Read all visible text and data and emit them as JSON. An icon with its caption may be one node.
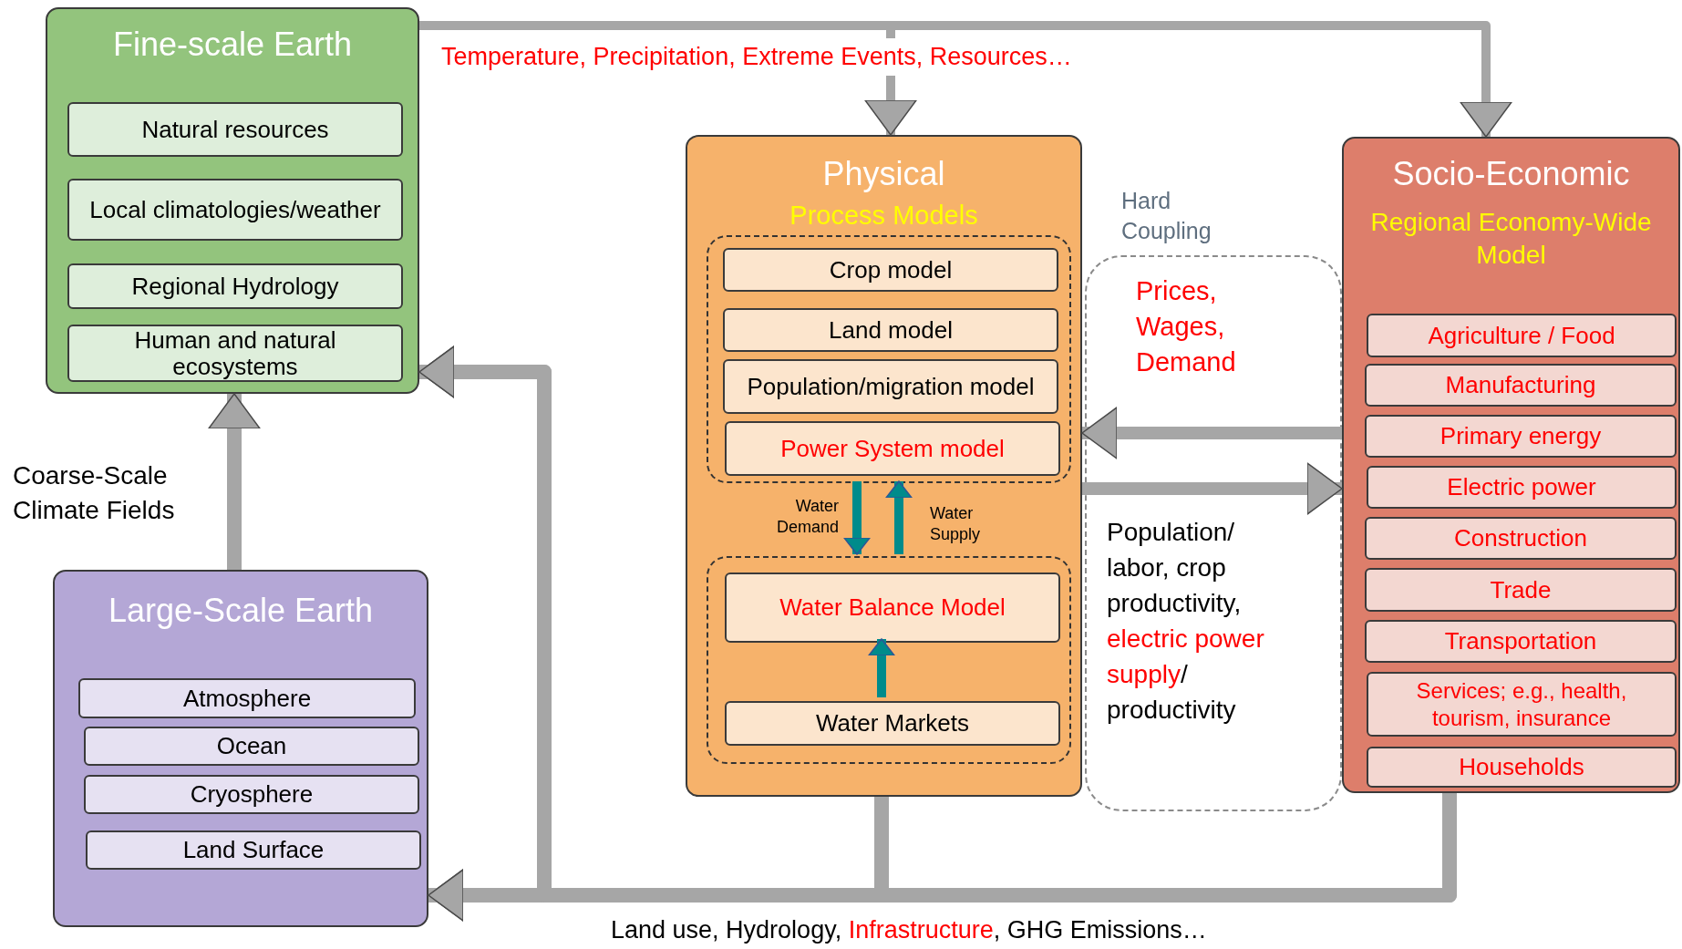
{
  "diagram": {
    "nodes": [
      {
        "text": [
          "Fine-scale Earth"
        ]
      },
      {
        "text": [
          "Natural resources"
        ],
        "in": 0
      },
      {
        "text": [
          "Local climatologies/weather"
        ],
        "in": 0
      },
      {
        "text": [
          "Regional Hydrology"
        ],
        "in": 0
      },
      {
        "text": [
          "Human and natural ecosystems"
        ],
        "in": 0
      },
      {
        "text": [
          "Large-Scale Earth"
        ]
      },
      {
        "text": [
          "Atmosphere"
        ],
        "in": 5
      },
      {
        "text": [
          "Ocean"
        ],
        "in": 5
      },
      {
        "text": [
          "Cryosphere"
        ],
        "in": 5
      },
      {
        "text": [
          "Land Surface"
        ],
        "in": 5
      },
      {
        "text": [
          "Physical",
          "Process Models"
        ]
      },
      {
        "text": [],
        "shape": "box",
        "in": 10
      },
      {
        "text": [
          "Crop model"
        ],
        "in": 11
      },
      {
        "text": [
          "Land model"
        ],
        "in": 11
      },
      {
        "text": [
          "Population/migration model"
        ],
        "in": 11
      },
      {
        "text": [
          "Power System model"
        ],
        "in": 11
      },
      {
        "text": [],
        "shape": "box",
        "in": 10
      },
      {
        "text": [
          "Water Balance Model"
        ],
        "in": 16
      },
      {
        "text": [
          "Water Markets"
        ],
        "in": 16
      },
      {
        "text": [
          "Hard Coupling"
        ]
      },
      {
        "text": [
          "Socio-Economic",
          "Regional Economy-Wide Model"
        ]
      },
      {
        "text": [
          "Agriculture / Food"
        ],
        "in": 20
      },
      {
        "text": [
          "Manufacturing"
        ],
        "in": 20
      },
      {
        "text": [
          "Primary energy"
        ],
        "in": 20
      },
      {
        "text": [
          "Electric power"
        ],
        "in": 20
      },
      {
        "text": [
          "Construction"
        ],
        "in": 20
      },
      {
        "text": [
          "Trade"
        ],
        "in": 20
      },
      {
        "text": [
          "Transportation"
        ],
        "in": 20
      },
      {
        "text": [
          "Services; e.g., health, tourism, insurance"
        ],
        "in": 20
      },
      {
        "text": [
          "Households"
        ],
        "in": 20
      }
    ],
    "edges": [
      {
        "from": 5,
        "to": 0,
        "arrow": "to",
        "label": "Coarse-Scale Climate Fields"
      },
      {
        "from": 0,
        "to": 10,
        "arrow": "to",
        "label": "Temperature, Precipitation, Extreme Events, Resources…"
      },
      {
        "from": 0,
        "to": 20,
        "arrow": "to"
      },
      {
        "from": 20,
        "to": 10,
        "arrow": "to",
        "label": "Prices, Wages, Demand"
      },
      {
        "from": 10,
        "to": 20,
        "arrow": "to",
        "label": "Population/ labor, crop productivity, *electric power supply*/ productivity"
      },
      {
        "from": 10,
        "to": 5,
        "arrow": "to"
      },
      {
        "from": 20,
        "to": 5,
        "arrow": "to",
        "label": "Land use, Hydrology, *Infrastructure*, GHG Emissions…"
      },
      {
        "from": 10,
        "to": 0,
        "arrow": "to"
      },
      {
        "from": 20,
        "to": 0,
        "arrow": "to"
      },
      {
        "from": 11,
        "to": 16,
        "arrow": "to",
        "label": "Water Demand",
        "color": "#008b8b"
      },
      {
        "from": 16,
        "to": 11,
        "arrow": "to",
        "label": "Water Supply",
        "color": "#008b8b"
      },
      {
        "from": 18,
        "to": 17,
        "arrow": "to",
        "color": "#008b8b"
      }
    ]
  }
}
